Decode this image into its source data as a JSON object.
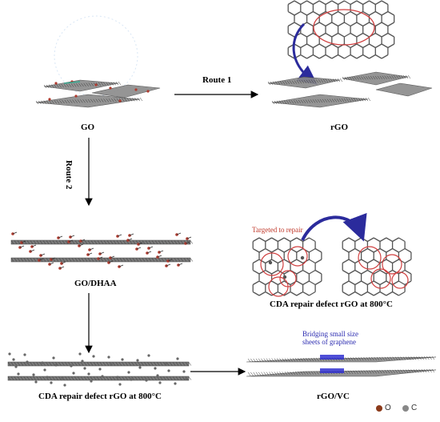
{
  "labels": {
    "go": "GO",
    "rgo": "rGO",
    "route1": "Route 1",
    "route2": "Route 2",
    "go_dhaa": "GO/DHAA",
    "targeted": "Targeted to repair",
    "cda_top": "CDA repair defect rGO at 800°C",
    "cda_bottom": "CDA repair defect rGO at 800°C",
    "bridging_line1": "Bridging small size",
    "bridging_line2": "sheets of graphene",
    "rgo_vc": "rGO/VC"
  },
  "legend": [
    {
      "symbol_color": "#8b3a1a",
      "label": "O"
    },
    {
      "symbol_color": "#888888",
      "label": "C"
    }
  ],
  "colors": {
    "sheet": "#555555",
    "oxygen": "#b03a2e",
    "arrow_blue": "#2b2b9c",
    "circle_red": "#d04040"
  }
}
